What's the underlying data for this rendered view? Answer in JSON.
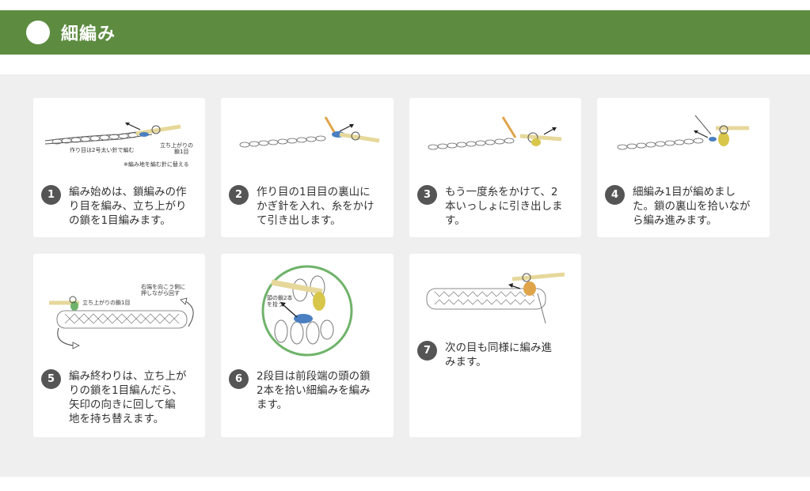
{
  "header": {
    "title": "細編み"
  },
  "steps": [
    {
      "num": "1",
      "text": "編み始めは、鎖編みの作\n り目を編み、立ち上がり\nの鎖を1目編みます。",
      "labels": [
        "作り目は2号太い針で編む",
        "立ち上がりの\n鎖1目",
        "※編み地を編む針に替える"
      ]
    },
    {
      "num": "2",
      "text": "作り目の1目目の裏山に\nかぎ針を入れ、糸をかけ\nて引き出します。"
    },
    {
      "num": "3",
      "text": "もう一度糸をかけて、2\n本いっしょに引き出しま\nす。"
    },
    {
      "num": "4",
      "text": "細編み1目が編めまし\nた。鎖の裏山を拾いなが\nら編み進みます。"
    },
    {
      "num": "5",
      "text": "編み終わりは、立ち上が\nりの鎖を1目編んだら、\n矢印の向きに回して編\n地を持ち替えます。",
      "labels": [
        "右端を向こう側に\n押しながら回す",
        "立ち上がりの鎖1目"
      ]
    },
    {
      "num": "6",
      "text": "2段目は前段端の頭の鎖\n2本を拾い細編みを編み\nます。",
      "labels": [
        "頭の鎖2本\nを拾う"
      ]
    },
    {
      "num": "7",
      "text": "次の目も同様に編み進\nみます。"
    }
  ],
  "colors": {
    "header": "#5d8c40",
    "panel": "#efefef",
    "badge": "#555555",
    "yarn_blue": "#4a7fc1",
    "yarn_yellow": "#d7c64a",
    "yarn_orange": "#e0a44b",
    "circle": "#6fb36a"
  }
}
